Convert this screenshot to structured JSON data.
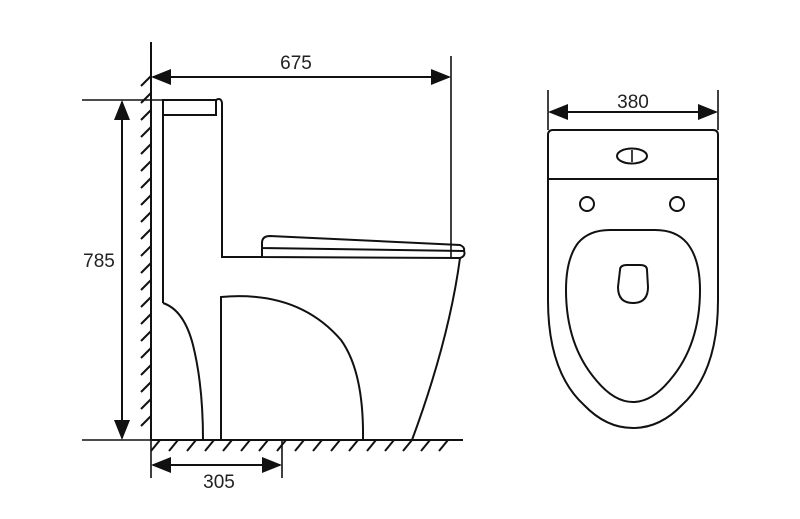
{
  "dimensions": {
    "overall_depth": "675",
    "overall_height": "785",
    "rough_in": "305",
    "overall_width": "380"
  },
  "colors": {
    "line": "#111111",
    "background": "#ffffff"
  }
}
